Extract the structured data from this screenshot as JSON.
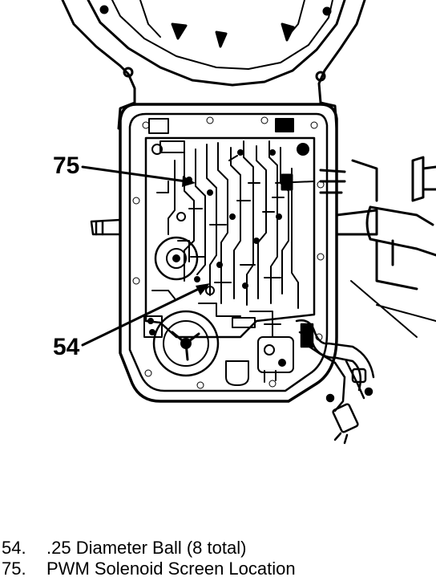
{
  "callouts": [
    {
      "id": "75",
      "label": "75"
    },
    {
      "id": "54",
      "label": "54"
    }
  ],
  "legend": [
    {
      "number": "54.",
      "text": ".25 Diameter Ball (8 total)"
    },
    {
      "number": "75.",
      "text": "PWM Solenoid Screen Location"
    }
  ]
}
